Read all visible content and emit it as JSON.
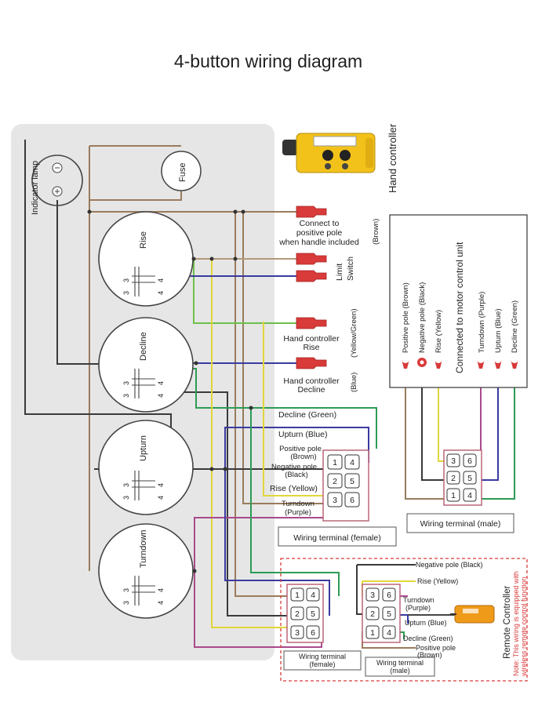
{
  "title": "4-button wiring diagram",
  "hand_controller_label": "Hand controller",
  "panel": {
    "indicator_lamp": "Indicator lamp",
    "fuse": "Fuse",
    "buttons": [
      "Rise",
      "Decline",
      "Upturn",
      "Turndown"
    ]
  },
  "connectors": {
    "connect_positive": [
      "Connect to",
      "positive pole",
      "when handle included"
    ],
    "brown": "(Brown)",
    "limit_switch": [
      "Limit",
      "Switch"
    ],
    "hc_rise": [
      "Hand controller",
      "Rise"
    ],
    "yellow_green": "(Yellow/Green)",
    "hc_decline": [
      "Hand controller",
      "Decline"
    ],
    "blue": "(Blue)"
  },
  "female": {
    "decline": "Decline (Green)",
    "upturn": "Upturn (Blue)",
    "positive": [
      "Positive pole",
      "(Brown)"
    ],
    "negative": [
      "Negative pole",
      "(Black)"
    ],
    "rise": "Rise (Yellow)",
    "turndown": [
      "Turndown",
      "(Purple)"
    ],
    "caption": "Wiring terminal (female)"
  },
  "motor": {
    "title": "Connected to motor control unit",
    "pins": [
      "Positive pole (Brown)",
      "Negative pole (Black)",
      "Rise (Yellow)",
      "Turndown (Purple)",
      "Upturn (Blue)",
      "Decline (Green)"
    ]
  },
  "male": {
    "caption": "Wiring terminal (male)"
  },
  "remote": {
    "title": "Remote Controller",
    "note": [
      "Note: This wiring is equipped with",
      "wireless remote control function"
    ],
    "female_caption": [
      "Wiring terminal",
      "(female)"
    ],
    "male_caption": [
      "Wiring terminal",
      "(male)"
    ],
    "labels": {
      "negative": "Negative pole (Black)",
      "rise": "Rise (Yellow)",
      "turndown": [
        "Turndown",
        "(Purple)"
      ],
      "upturn": "Upturn (Blue)",
      "decline": "Decline (Green)",
      "positive": [
        "Positive pole",
        "(Brown)"
      ]
    }
  },
  "colors": {
    "panel_bg": "#e6e6e6",
    "connector_red": "#d93a3a",
    "wire_brown": "#9a7b5c",
    "wire_black": "#3a3a3a",
    "wire_yellow": "#e2d63a",
    "wire_green": "#2c9c54",
    "wire_blue": "#3a3aa0",
    "wire_purple": "#a84a8c",
    "wire_yellow_green": "#6cc04a",
    "terminal_border": "#b75a6e"
  }
}
